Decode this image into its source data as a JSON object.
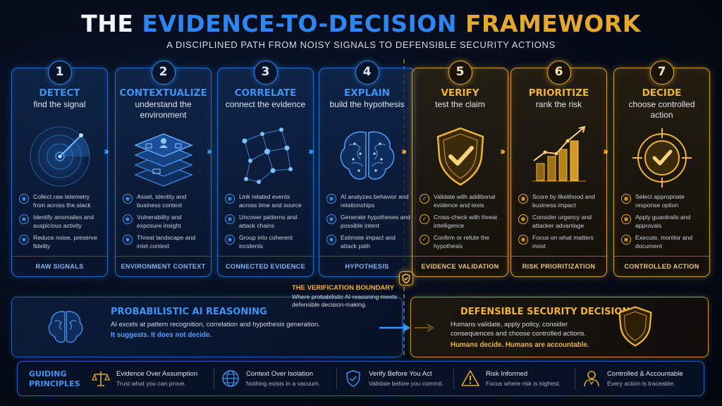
{
  "header": {
    "title_part1": "THE",
    "title_part2": "EVIDENCE-TO-DECISION",
    "title_part3": "FRAMEWORK",
    "subtitle": "A DISCIPLINED PATH FROM NOISY SIGNALS TO DEFENSIBLE SECURITY ACTIONS"
  },
  "colors": {
    "blue": "#2f86f0",
    "gold": "#e6a72e",
    "background": "#050b18"
  },
  "stages": [
    {
      "number": "1",
      "title": "DETECT",
      "subtitle": "find the signal",
      "icon": "radar-icon",
      "theme": "blue",
      "bullets": [
        "Collect raw telemetry from across the stack",
        "Identify anomalies and suspicious activity",
        "Reduce noise, preserve fidelity"
      ],
      "footer": "RAW SIGNALS"
    },
    {
      "number": "2",
      "title": "CONTEXTUALIZE",
      "subtitle": "understand the environment",
      "icon": "layers-icon",
      "theme": "blue",
      "bullets": [
        "Asset, identity and business context",
        "Vulnerability and exposure insight",
        "Threat landscape and intel context"
      ],
      "footer": "ENVIRONMENT CONTEXT"
    },
    {
      "number": "3",
      "title": "CORRELATE",
      "subtitle": "connect the evidence",
      "icon": "network-icon",
      "theme": "blue",
      "bullets": [
        "Link related events across time and source",
        "Uncover patterns and attack chains",
        "Group into coherent incidents"
      ],
      "footer": "CONNECTED EVIDENCE"
    },
    {
      "number": "4",
      "title": "EXPLAIN",
      "subtitle": "build the hypothesis",
      "icon": "brain-icon",
      "theme": "blue",
      "bullets": [
        "AI analyzes behavior and relationships",
        "Generate hypotheses and possible intent",
        "Estimate impact and attack path"
      ],
      "footer": "HYPOTHESIS"
    },
    {
      "number": "5",
      "title": "VERIFY",
      "subtitle": "test the claim",
      "icon": "shield-check-icon",
      "theme": "gold",
      "bullets": [
        "Validate with additional evidence and tests",
        "Cross-check with threat intelligence",
        "Confirm or refute the hypothesis"
      ],
      "footer": "EVIDENCE VALIDATION"
    },
    {
      "number": "6",
      "title": "PRIORITIZE",
      "subtitle": "rank the risk",
      "icon": "bar-chart-icon",
      "theme": "gold",
      "bullets": [
        "Score by likelihood and business impact",
        "Consider urgency and attacker advantage",
        "Focus on what matters most"
      ],
      "footer": "RISK PRIORITIZATION"
    },
    {
      "number": "7",
      "title": "DECIDE",
      "subtitle": "choose controlled action",
      "icon": "target-check-icon",
      "theme": "gold",
      "bullets": [
        "Select appropriate response option",
        "Apply guardrails and approvals",
        "Execute, monitor and document"
      ],
      "footer": "CONTROLLED ACTION"
    }
  ],
  "boundary": {
    "title": "THE VERIFICATION BOUNDARY",
    "text": "Where probabilistic AI reasoning meets defensible decision-making."
  },
  "ai_panel": {
    "title": "PROBABILISTIC AI REASONING",
    "text": "AI excels at pattern recognition, correlation and hypothesis generation.",
    "emphasis": "It suggests. It does not decide."
  },
  "decision_panel": {
    "title": "DEFENSIBLE SECURITY DECISIONS",
    "text": "Humans validate, apply policy, consider consequences and choose controlled actions.",
    "emphasis": "Humans decide. Humans are accountable."
  },
  "principles": {
    "label": "GUIDING PRINCIPLES",
    "items": [
      {
        "title": "Evidence Over Assumption",
        "subtitle": "Trust what you can prove.",
        "icon": "scales-icon"
      },
      {
        "title": "Context Over Isolation",
        "subtitle": "Nothing exists in a vacuum.",
        "icon": "globe-icon"
      },
      {
        "title": "Verify Before You Act",
        "subtitle": "Validate before you commit.",
        "icon": "shield-check-icon"
      },
      {
        "title": "Risk Informed",
        "subtitle": "Focus where risk is highest.",
        "icon": "warning-icon"
      },
      {
        "title": "Controlled & Accountable",
        "subtitle": "Every action is traceable.",
        "icon": "person-icon"
      }
    ]
  }
}
